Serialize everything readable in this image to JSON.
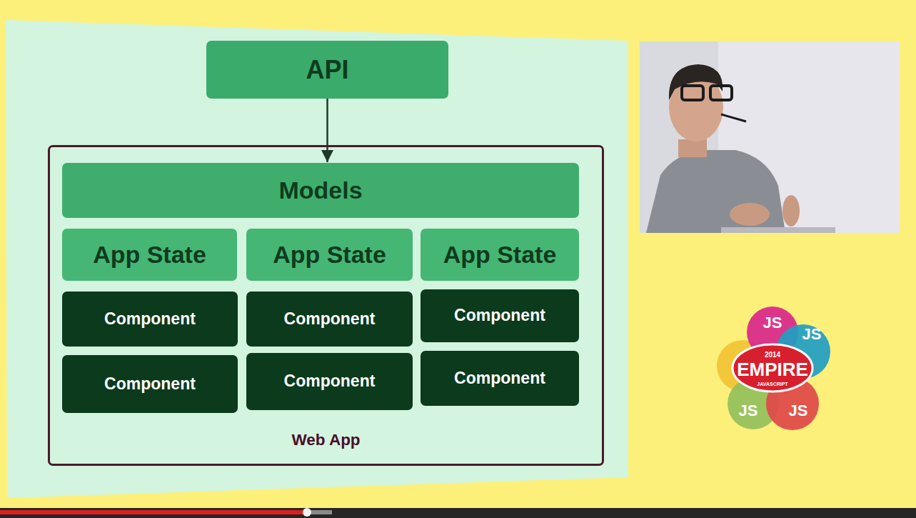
{
  "diagram": {
    "nodes": [
      {
        "text": [
          "API"
        ]
      },
      {
        "text": [
          "Web App"
        ]
      },
      {
        "text": [
          "Models"
        ],
        "in": 1
      },
      {
        "text": [
          "App State"
        ],
        "in": 1
      },
      {
        "text": [
          "App State"
        ],
        "in": 1
      },
      {
        "text": [
          "App State"
        ],
        "in": 1
      },
      {
        "text": [
          "Component"
        ],
        "in": 1
      },
      {
        "text": [
          "Component"
        ],
        "in": 1
      },
      {
        "text": [
          "Component"
        ],
        "in": 1
      },
      {
        "text": [
          "Component"
        ],
        "in": 1
      },
      {
        "text": [
          "Component"
        ],
        "in": 1
      },
      {
        "text": [
          "Component"
        ],
        "in": 1
      }
    ],
    "edges": [
      {
        "from": 0,
        "to": 2,
        "arrow": "to"
      }
    ],
    "labels": [
      "JS",
      "2014",
      "EMPIRE",
      "JAVASCRIPT",
      "JS",
      "JS",
      "JS"
    ]
  }
}
